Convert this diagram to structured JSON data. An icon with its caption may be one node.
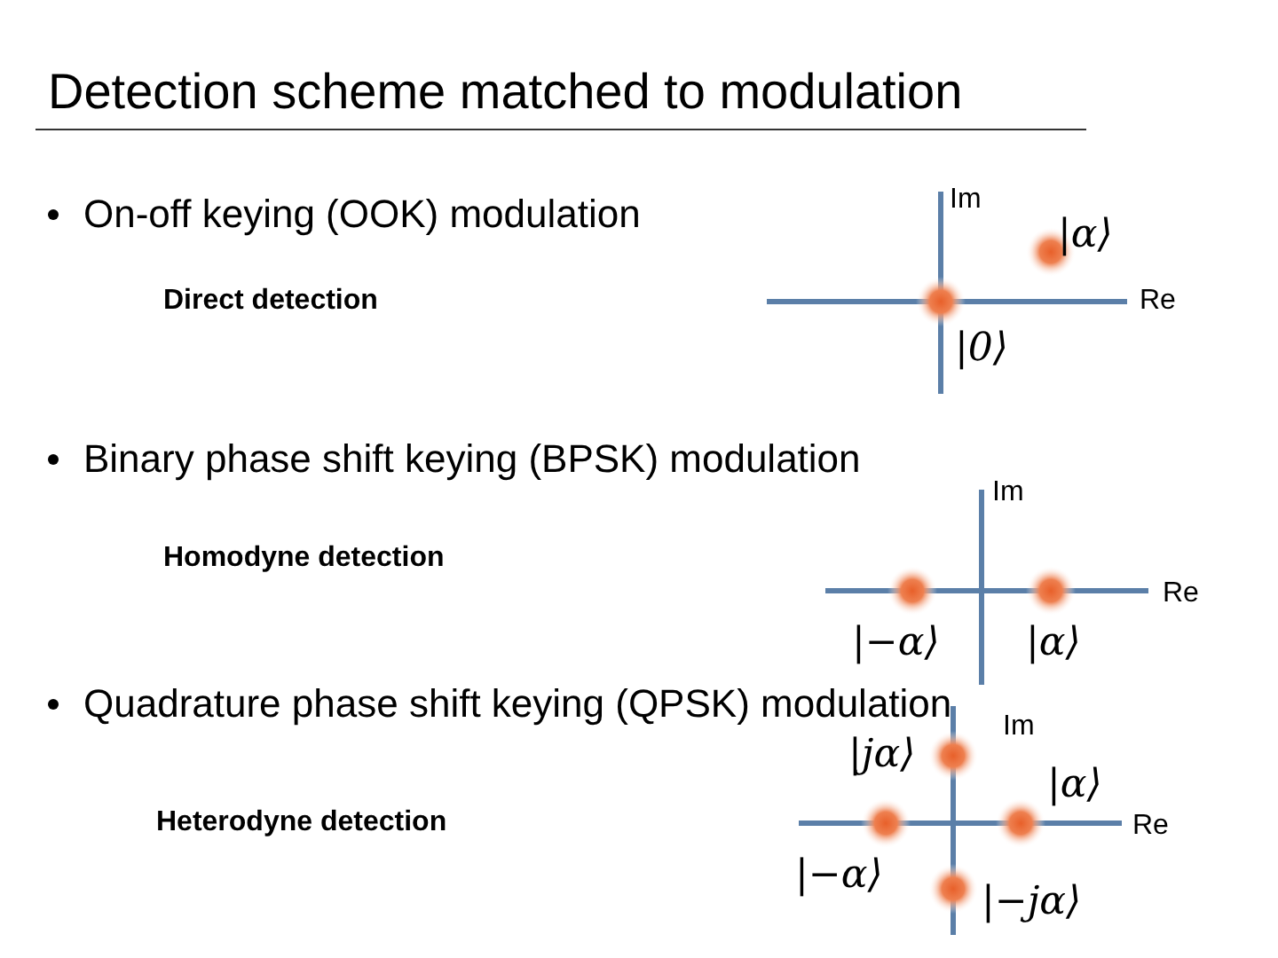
{
  "diagram": {
    "title": "Detection scheme matched to modulation",
    "labels": [
      "On-off keying (OOK) modulation",
      "Im",
      "|α⟩",
      "Direct detection",
      "Re",
      "|0⟩",
      "Binary phase shift keying (BPSK) modulation",
      "Im",
      "Homodyne detection",
      "Re",
      "|−α⟩",
      "|α⟩",
      "Quadrature phase shift keying (QPSK) modulation",
      "Im",
      "|jα⟩",
      "|α⟩",
      "Heterodyne detection",
      "Re",
      "|−α⟩",
      "|−jα⟩"
    ]
  }
}
